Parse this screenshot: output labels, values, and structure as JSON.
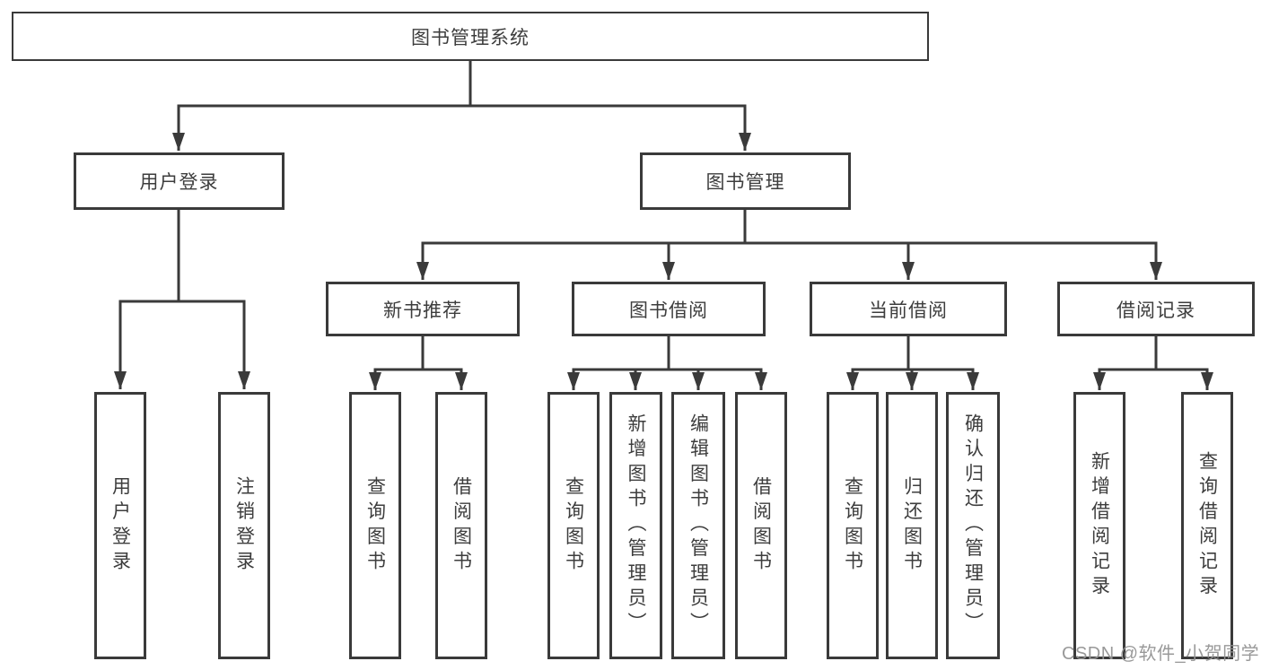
{
  "diagram_title": "图书管理系统",
  "tree": {
    "label": "图书管理系统",
    "children": [
      {
        "label": "用户登录",
        "children": [
          {
            "label": "用户登录"
          },
          {
            "label": "注销登录"
          }
        ]
      },
      {
        "label": "图书管理",
        "children": [
          {
            "label": "新书推荐",
            "children": [
              {
                "label": "查询图书"
              },
              {
                "label": "借阅图书"
              }
            ]
          },
          {
            "label": "图书借阅",
            "children": [
              {
                "label": "查询图书"
              },
              {
                "label": "新增图书（管理员）"
              },
              {
                "label": "编辑图书（管理员）"
              },
              {
                "label": "借阅图书"
              }
            ]
          },
          {
            "label": "当前借阅",
            "children": [
              {
                "label": "查询图书"
              },
              {
                "label": "归还图书"
              },
              {
                "label": "确认归还（管理员）"
              }
            ]
          },
          {
            "label": "借阅记录",
            "children": [
              {
                "label": "新增借阅记录"
              },
              {
                "label": "查询借阅记录"
              }
            ]
          }
        ]
      }
    ]
  },
  "watermark": "CSDN @软件_小贺同学",
  "colors": {
    "background": "#ffffff",
    "line": "#3a3a3a",
    "box_border": "#3a3a3a",
    "box_fill": "#ffffff",
    "text": "#3d3d3d",
    "watermark_text": "#949494"
  }
}
